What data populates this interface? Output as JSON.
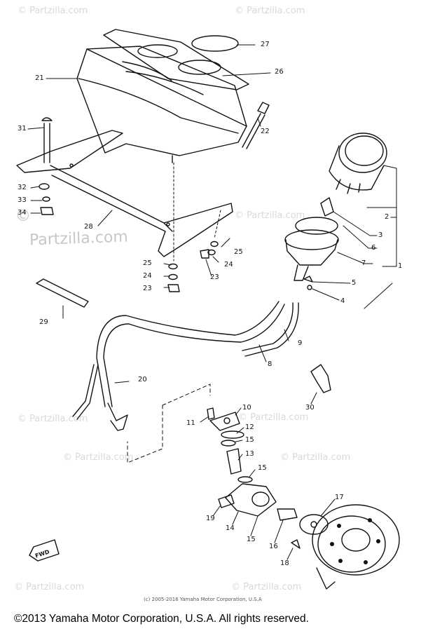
{
  "watermark": {
    "symbol": "©",
    "site": "Partzilla.com",
    "tiles": [
      "© Partzilla.com",
      "© Partzilla.com",
      "© Partzilla.com",
      "© Partzilla.com",
      "© Partzilla.com",
      "© Partzilla.com",
      "© Partzilla.com",
      "© Partzilla.com",
      "© Partzilla.com"
    ]
  },
  "part_labels": [
    "27",
    "26",
    "21",
    "22",
    "31",
    "2",
    "32",
    "33",
    "34",
    "28",
    "3",
    "6",
    "7",
    "1",
    "25",
    "24",
    "25",
    "24",
    "23",
    "23",
    "5",
    "4",
    "29",
    "9",
    "8",
    "20",
    "30",
    "10",
    "11",
    "12",
    "15",
    "13",
    "15",
    "17",
    "19",
    "14",
    "15",
    "16",
    "18"
  ],
  "fwd_label": "FWD",
  "copyright_small": "(c) 2005-2016 Yamaha Motor Corporation, U.S.A",
  "copyright_main": "©2013 Yamaha Motor Corporation, U.S.A. All rights reserved."
}
